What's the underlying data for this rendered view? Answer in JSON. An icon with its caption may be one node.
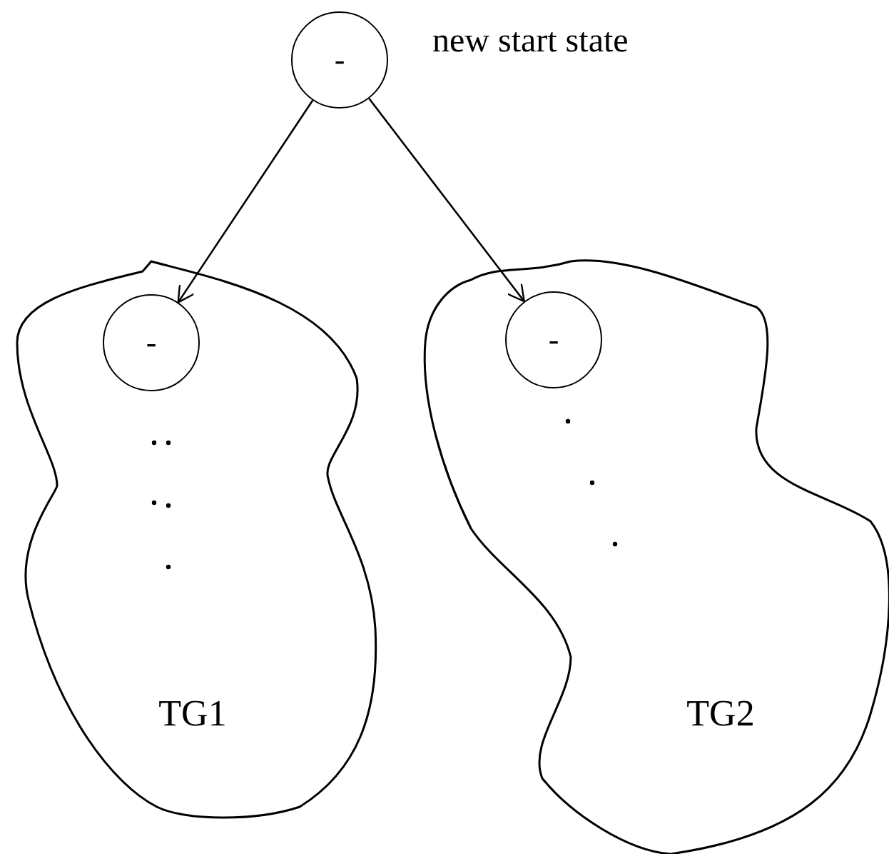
{
  "diagram": {
    "nodes": [
      {
        "text": [
          "-"
        ],
        "beside": [
          "new start state"
        ]
      },
      {
        "text": [
          "TG1"
        ]
      },
      {
        "text": [
          "-"
        ],
        "in": 1
      },
      {
        "text": [
          "TG2"
        ]
      },
      {
        "text": [
          "-"
        ],
        "in": 3
      }
    ],
    "edges": [
      {
        "from": 0,
        "to": 2,
        "arrow": "to"
      },
      {
        "from": 0,
        "to": 4,
        "arrow": "to"
      }
    ]
  }
}
